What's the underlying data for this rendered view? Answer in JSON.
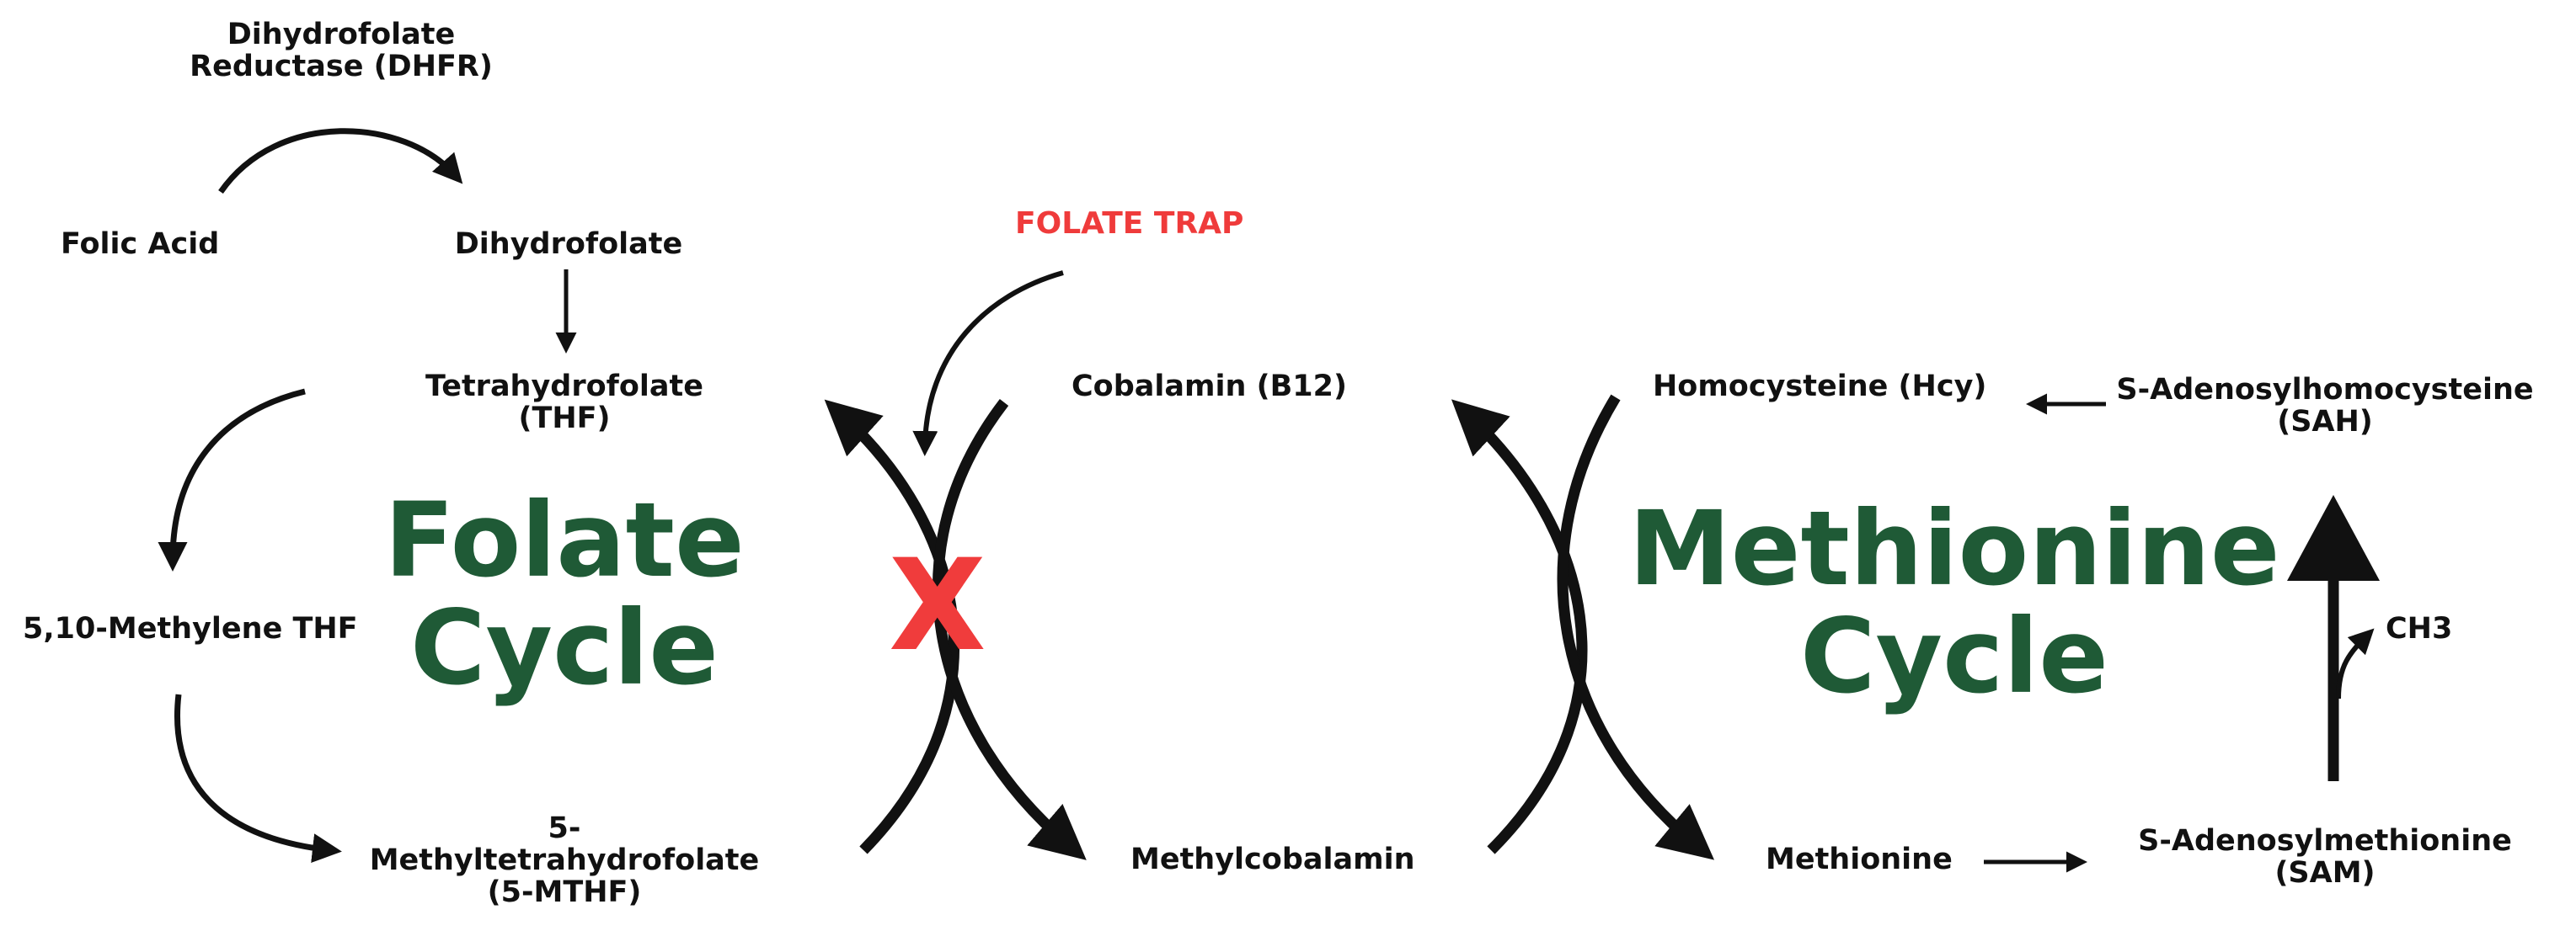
{
  "colors": {
    "cycle_text": "#1f5a36",
    "trap": "#ef3b3b",
    "arrow": "#111111"
  },
  "labels": {
    "dhfr_line1": "Dihydrofolate",
    "dhfr_line2": "Reductase (DHFR)",
    "folic_acid": "Folic Acid",
    "dihydrofolate": "Dihydrofolate",
    "thf_line1": "Tetrahydrofolate",
    "thf_line2": "(THF)",
    "methylene_thf": "5,10-Methylene THF",
    "mthf_line1": "5-",
    "mthf_line2": "Methyltetrahydrofolate",
    "mthf_line3": "(5-MTHF)",
    "folate_trap": "FOLATE TRAP",
    "x_mark": "X",
    "cobalamin": "Cobalamin (B12)",
    "methylcobalamin": "Methylcobalamin",
    "homocysteine": "Homocysteine (Hcy)",
    "sah_line1": "S-Adenosylhomocysteine",
    "sah_line2": "(SAH)",
    "methionine": "Methionine",
    "sam_line1": "S-Adenosylmethionine",
    "sam_line2": "(SAM)",
    "ch3": "CH3"
  },
  "cycles": {
    "folate_line1": "Folate",
    "folate_line2": "Cycle",
    "methionine_line1": "Methionine",
    "methionine_line2": "Cycle"
  }
}
